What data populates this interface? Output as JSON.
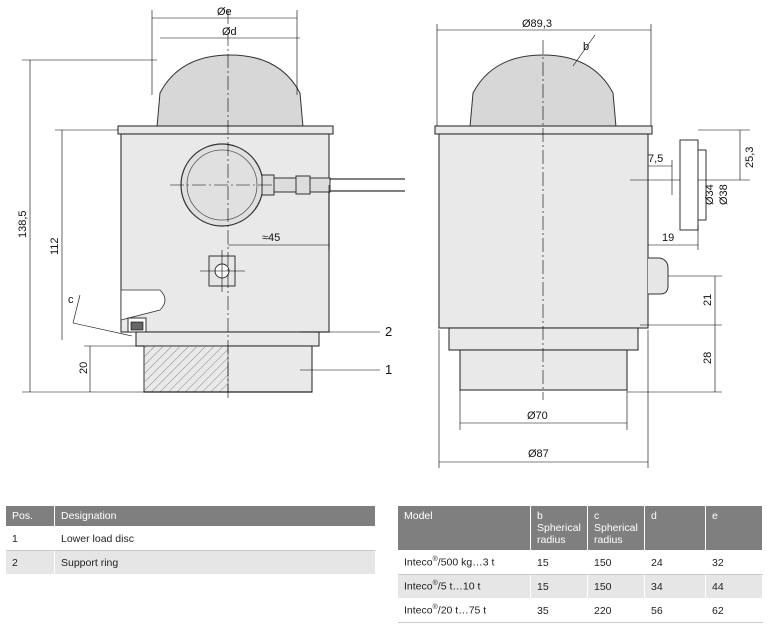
{
  "drawing": {
    "left_view": {
      "label_e": "Øe",
      "label_d": "Ød",
      "label_height_total": "138,5",
      "label_height_body": "112",
      "label_bottom": "20",
      "label_offset": "≈45",
      "label_c": "c",
      "callout_1": "1",
      "callout_2": "2"
    },
    "right_view": {
      "label_top_width": "Ø89,3",
      "label_b": "b",
      "label_75": "7,5",
      "label_253": "25,3",
      "label_34": "Ø34",
      "label_38": "Ø38",
      "label_19": "19",
      "label_21": "21",
      "label_28": "28",
      "label_70": "Ø70",
      "label_87": "Ø87"
    }
  },
  "pos_table": {
    "headers": [
      "Pos.",
      "Designation"
    ],
    "rows": [
      [
        "1",
        "Lower load disc"
      ],
      [
        "2",
        "Support ring"
      ]
    ]
  },
  "model_table": {
    "headers": {
      "model": "Model",
      "b": "b",
      "b_sub": "Spherical radius",
      "c": "c",
      "c_sub": "Spherical radius",
      "d": "d",
      "e": "e"
    },
    "rows": [
      {
        "name": "Inteco",
        "reg": "®",
        "range": "/500 kg…3 t",
        "b": "15",
        "c": "150",
        "d": "24",
        "e": "32"
      },
      {
        "name": "Inteco",
        "reg": "®",
        "range": "/5 t…10 t",
        "b": "15",
        "c": "150",
        "d": "34",
        "e": "44"
      },
      {
        "name": "Inteco",
        "reg": "®",
        "range": "/20 t…75 t",
        "b": "35",
        "c": "220",
        "d": "56",
        "e": "62"
      }
    ]
  }
}
